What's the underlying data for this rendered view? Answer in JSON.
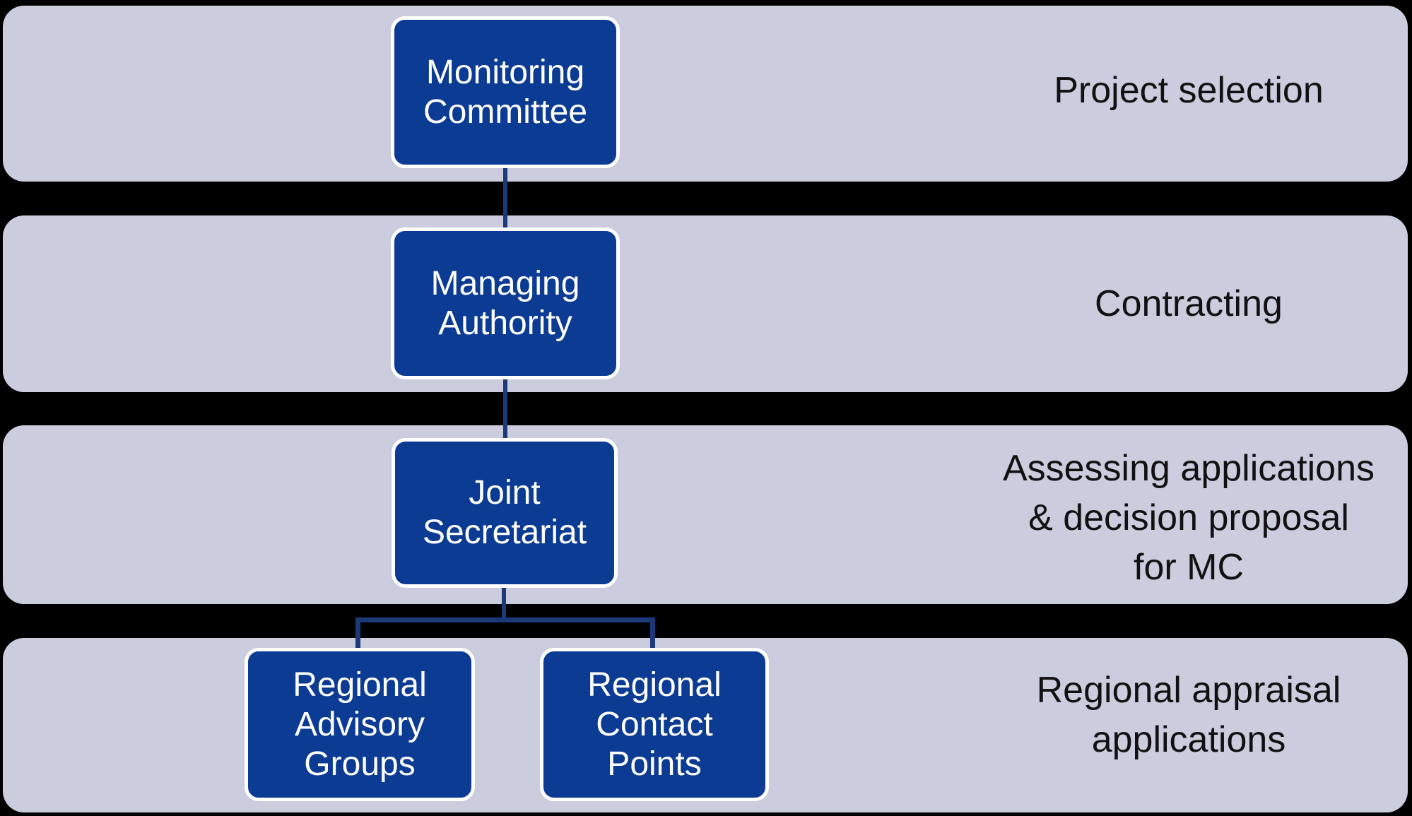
{
  "diagram": {
    "type": "org-flow-diagram",
    "colors": {
      "background": "#000000",
      "band_fill": "#cbccdd",
      "node_fill": "#0c3b94",
      "node_border": "#ffffff",
      "connector": "#1c3a78",
      "node_text": "#ffffff",
      "stage_text": "#111111"
    },
    "nodes": {
      "monitoring_committee": {
        "label": "Monitoring\nCommittee"
      },
      "managing_authority": {
        "label": "Managing\nAuthority"
      },
      "joint_secretariat": {
        "label": "Joint\nSecretariat"
      },
      "regional_advisory_groups": {
        "label": "Regional\nAdvisory\nGroups"
      },
      "regional_contact_points": {
        "label": "Regional\nContact\nPoints"
      }
    },
    "edges": [
      {
        "from": "monitoring_committee",
        "to": "managing_authority"
      },
      {
        "from": "managing_authority",
        "to": "joint_secretariat"
      },
      {
        "from": "joint_secretariat",
        "to": "regional_advisory_groups"
      },
      {
        "from": "joint_secretariat",
        "to": "regional_contact_points"
      }
    ],
    "stages": {
      "stage1": {
        "label": "Project selection"
      },
      "stage2": {
        "label": "Contracting"
      },
      "stage3": {
        "label": "Assessing applications\n& decision proposal\nfor MC"
      },
      "stage4": {
        "label": "Regional appraisal\napplications"
      }
    }
  }
}
